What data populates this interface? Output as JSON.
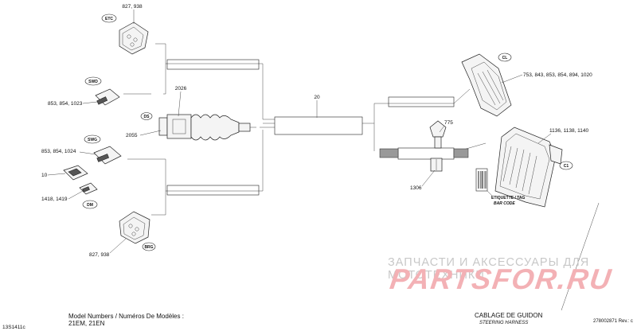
{
  "callouts": {
    "etc_parts": "827, 938",
    "swd_parts": "853, 854, 1023",
    "ds_part_top": "2026",
    "ds_part_left": "2055",
    "swg_parts": "853, 854, 1024",
    "part_10": "10",
    "dm_parts": "1418, 1419",
    "brg_parts": "827, 938",
    "harness": "20",
    "bolt": "775",
    "clamp": "1306",
    "cl_parts": "753, 843, 853, 854, 894, 1020",
    "c1_parts": "1136, 1138, 1140"
  },
  "connector_tags": {
    "etc": "ETC",
    "swd": "SWD",
    "ds": "DS",
    "swg": "SWG",
    "dm": "DM",
    "brg": "BRG",
    "cl": "CL",
    "c1": "C1"
  },
  "label_sticker": {
    "line1": "ETIQUETTE / TAG",
    "line2": "BAR CODE"
  },
  "watermark": {
    "tagline": "ЗАПЧАСТИ И АКСЕССУАРЫ ДЛЯ МОТОТЕХНИКИ",
    "logo": "PARTSFOR.RU"
  },
  "footer": {
    "models_title": "Model Numbers / Numéros De Modèles :",
    "models": "21EM, 21EN",
    "drawing_ref": "13S1411c",
    "title": "CABLAGE DE GUIDON",
    "subtitle": "STEERING HARNESS",
    "doc_number": "278002871 Rev.: c"
  }
}
